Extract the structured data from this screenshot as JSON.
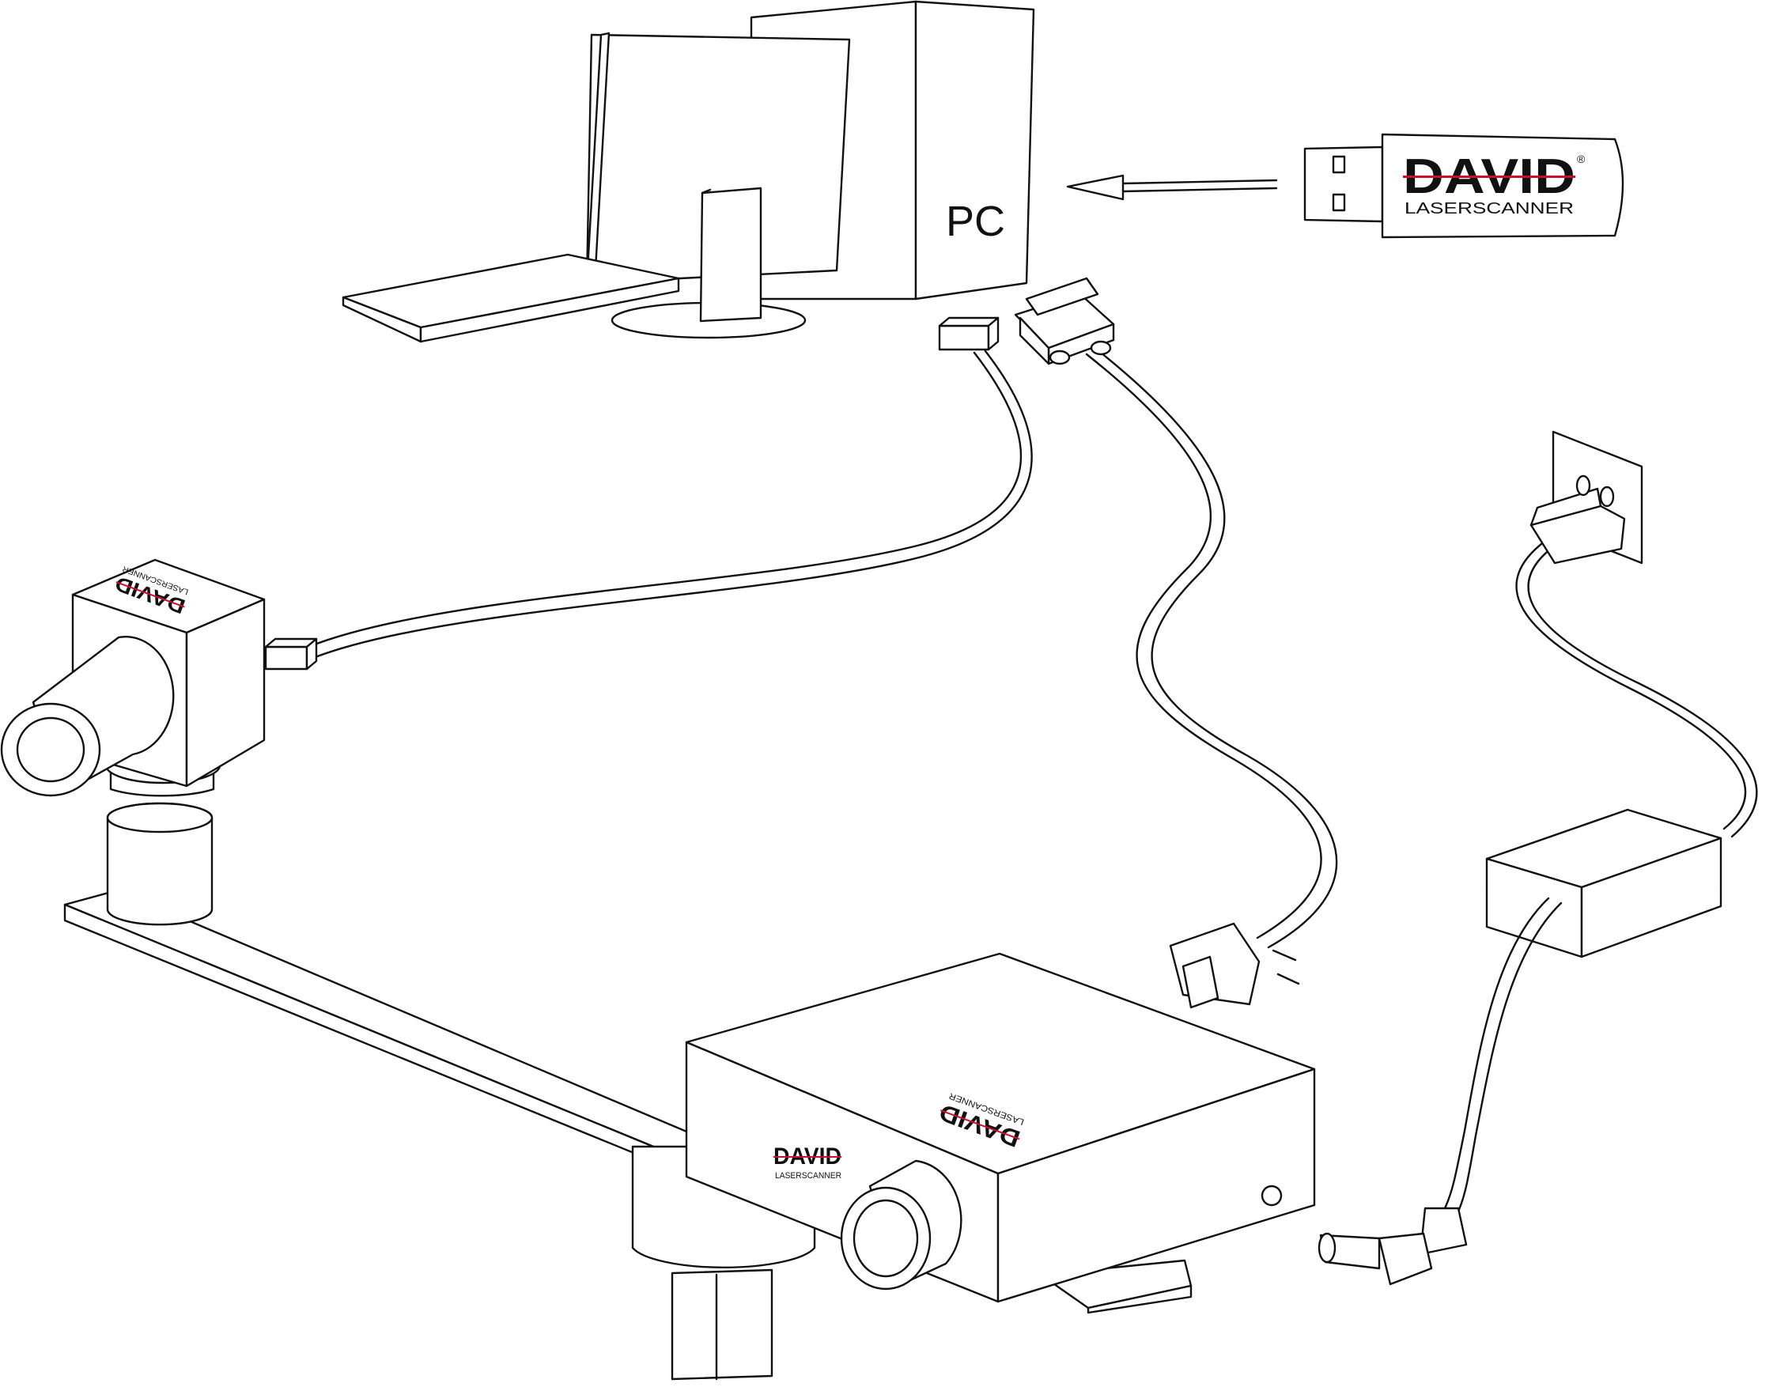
{
  "labels": {
    "pc": "PC"
  },
  "branding": {
    "logo_text": "DAVID",
    "logo_subtext": "LASERSCANNER",
    "registered_mark": "®",
    "stripe_color": "#c8102e",
    "ink_color": "#111111"
  }
}
